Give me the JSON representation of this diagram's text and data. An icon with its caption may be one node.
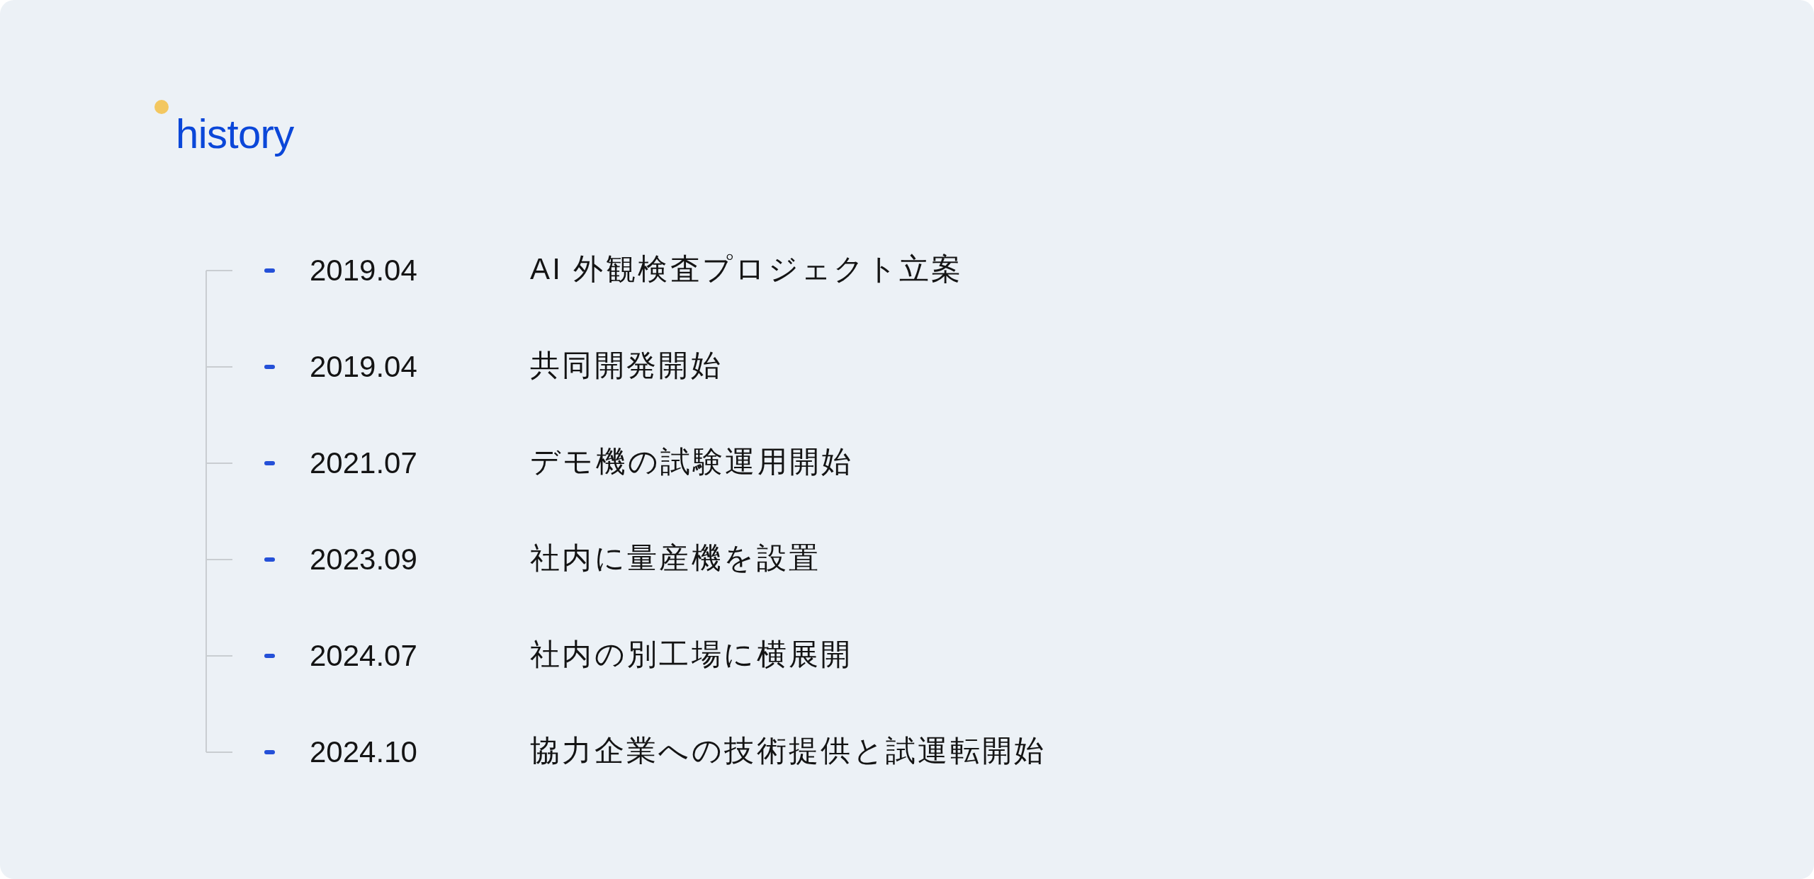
{
  "diagram": {
    "title": "history",
    "labels": [
      "2019.04",
      "AI 外観検査プロジェクト立案",
      "2019.04",
      "共同開発開始",
      "2021.07",
      "デモ機の試験運用開始",
      "2023.09",
      "社内に量産機を設置",
      "2024.07",
      "社内の別工場に横展開",
      "2024.10",
      "協力企業への技術提供と試運転開始"
    ]
  }
}
